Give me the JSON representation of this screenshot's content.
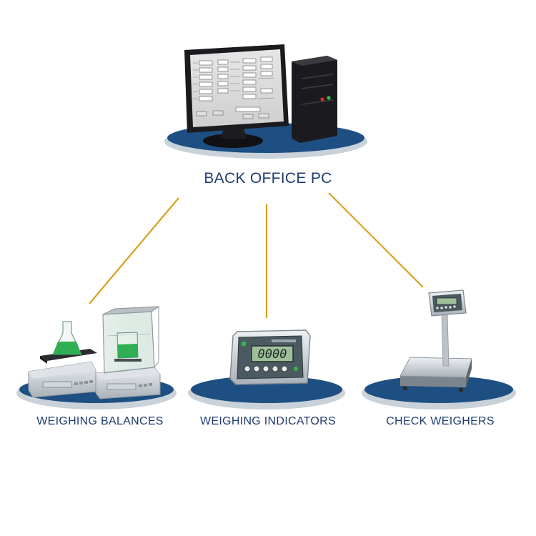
{
  "colors": {
    "label_text": "#1f3c6e",
    "connector": "#d5a21d",
    "platform_top": "#1e4f82",
    "platform_rim": "#c9d1d9",
    "device_dark": "#1b1b1f",
    "device_steel": "#c7ccd1",
    "display_green": "#9fbf9a",
    "liquid_green": "#2fae54"
  },
  "nodes": {
    "pc": {
      "label": "BACK OFFICE PC",
      "icon": "desktop-computer-icon"
    },
    "balances": {
      "label": "WEIGHING BALANCES",
      "icon": "lab-balance-icon"
    },
    "indicators": {
      "label": "WEIGHING INDICATORS",
      "icon": "weighing-indicator-icon"
    },
    "checkweighers": {
      "label": "CHECK WEIGHERS",
      "icon": "platform-scale-icon"
    }
  },
  "displays": {
    "indicator_readout": "0000"
  }
}
